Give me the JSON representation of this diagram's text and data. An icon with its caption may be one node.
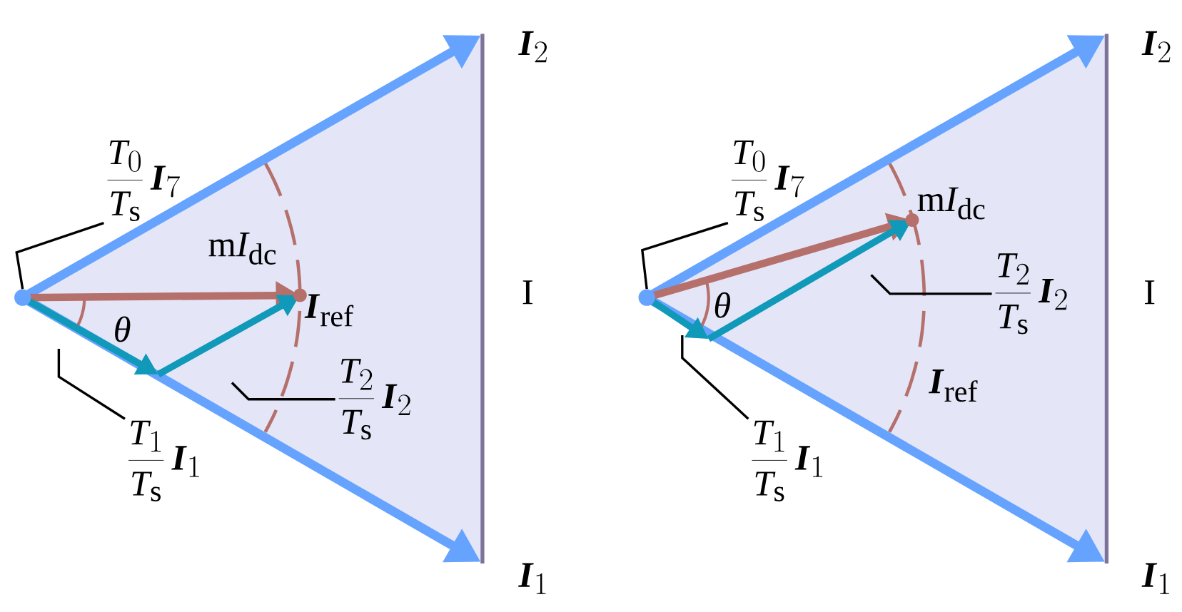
{
  "diagram": {
    "nodes": [
      {
        "text": [
          "\\frac{T_0}{T_\\mathrm{s}}\\,\\textbf{\\textit{I}}_7"
        ]
      },
      {
        "text": [],
        "shape": "circle"
      },
      {
        "text": [
          "\\frac{T_1}{T_\\mathrm{s}}\\,\\textbf{\\textit{I}}_1"
        ]
      },
      {
        "text": [
          "\\frac{T_2}{T_\\mathrm{s}}\\,\\textbf{\\textit{I}}_2"
        ]
      },
      {
        "text": [
          "\\frac{T_0}{T_\\mathrm{s}}\\,\\textbf{\\textit{I}}_7"
        ]
      },
      {
        "text": [],
        "shape": "circle"
      },
      {
        "text": [
          "\\frac{T_1}{T_\\mathrm{s}}\\,\\textbf{\\textit{I}}_1"
        ]
      },
      {
        "text": [
          "\\frac{T_2}{T_\\mathrm{s}}\\,\\textbf{\\textit{I}}_2"
        ]
      }
    ],
    "edges": [
      {
        "from": 0,
        "to": 1,
        "arrow": "none"
      },
      {
        "from": 2,
        "to": null,
        "arrow": "none"
      },
      {
        "from": 3,
        "to": null,
        "arrow": "none"
      },
      {
        "from": 4,
        "to": 5,
        "arrow": "none"
      },
      {
        "from": 6,
        "to": null,
        "arrow": "none"
      },
      {
        "from": 7,
        "to": null,
        "arrow": "none"
      }
    ],
    "labels": [
      "\\textbf{\\textit{I}}_2",
      "\\mathrm{m}I_\\mathrm{dc}",
      "I",
      "\\textbf{\\textit{I}}_\\mathrm{ref}",
      "θ",
      "\\textbf{\\textit{I}}_1",
      "\\textbf{\\textit{I}}_2",
      "\\mathrm{m}I_\\mathrm{dc}",
      "I",
      "θ",
      "\\textbf{\\textit{I}}_\\mathrm{ref}",
      "\\textbf{\\textit{I}}_1"
    ]
  }
}
